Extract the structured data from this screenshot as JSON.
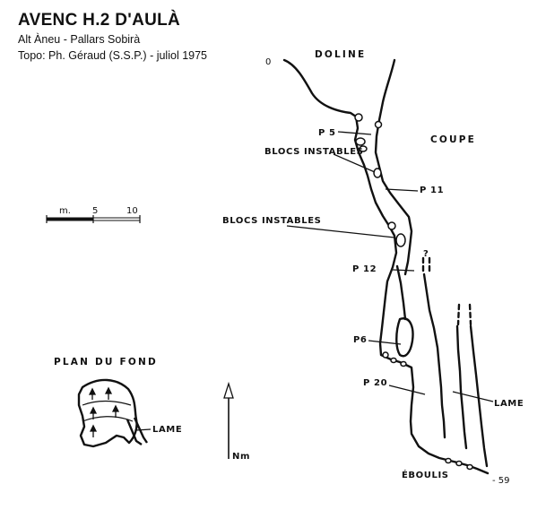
{
  "header": {
    "title": "AVENC H.2 D'AULÀ",
    "location": "Alt Àneu - Pallars Sobirà",
    "survey": "Topo: Ph. Géraud (S.S.P.) - juliol 1975"
  },
  "scale_bar": {
    "unit": "m.",
    "tick_mid": "5",
    "tick_end": "10"
  },
  "section": {
    "entrance_depth": "0",
    "bottom_depth": "- 59",
    "entrance_label": "DOLINE",
    "view_label": "COUPE",
    "labels": {
      "pitch_5": "P 5",
      "blocks_1": "BLOCS INSTABLES",
      "pitch_11": "P 11",
      "blocks_2": "BLOCS INSTABLES",
      "unknown": "?",
      "pitch_12": "P 12",
      "pitch_6": "P6",
      "pitch_20": "P 20",
      "lame": "LAME",
      "eboulis": "ÉBOULIS"
    }
  },
  "plan": {
    "title": "PLAN DU FOND",
    "lame": "LAME",
    "north": "Nm"
  }
}
